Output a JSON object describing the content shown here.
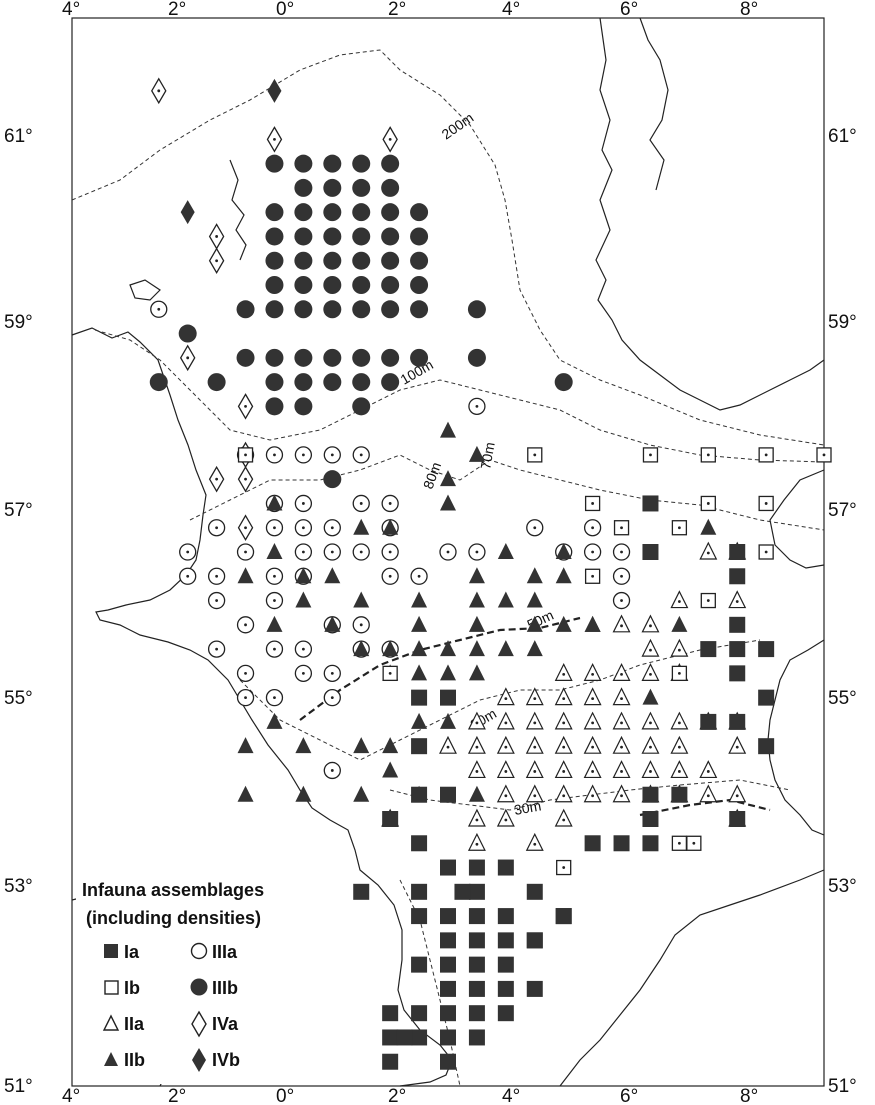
{
  "lat_axis": {
    "left": [
      "61°",
      "59°",
      "57°",
      "55°",
      "53°",
      "51°"
    ],
    "right": [
      "61°",
      "59°",
      "57°",
      "55°",
      "53°",
      "51°"
    ]
  },
  "lon_axis": {
    "top": [
      "4°",
      "2°",
      "0°",
      "2°",
      "4°",
      "6°",
      "8°"
    ],
    "bottom": [
      "4°",
      "2°",
      "0°",
      "2°",
      "4°",
      "6°",
      "8°"
    ]
  },
  "depth_labels": [
    "200m",
    "100m",
    "80m",
    "70m",
    "50m",
    "30m",
    "30m"
  ],
  "legend": {
    "title_line1": "Infauna assemblages",
    "title_line2": "(including densities)",
    "items": [
      {
        "key": "Ia",
        "label": "Ia",
        "icon": "filled-square"
      },
      {
        "key": "IIIa",
        "label": "IIIa",
        "icon": "open-circle"
      },
      {
        "key": "Ib",
        "label": "Ib",
        "icon": "open-square"
      },
      {
        "key": "IIIb",
        "label": "IIIb",
        "icon": "filled-circle"
      },
      {
        "key": "IIa",
        "label": "IIa",
        "icon": "open-triangle"
      },
      {
        "key": "IVa",
        "label": "IVa",
        "icon": "open-diamond"
      },
      {
        "key": "IIb",
        "label": "IIb",
        "icon": "filled-triangle"
      },
      {
        "key": "IVb",
        "label": "IVb",
        "icon": "filled-diamond"
      }
    ]
  },
  "stations": {
    "IIIb": [
      [
        -0.5,
        60.5
      ],
      [
        0,
        60.5
      ],
      [
        0.5,
        60.5
      ],
      [
        1,
        60.5
      ],
      [
        1.5,
        60.5
      ],
      [
        0,
        60.25
      ],
      [
        0.5,
        60.25
      ],
      [
        1,
        60.25
      ],
      [
        1.5,
        60.25
      ],
      [
        -0.5,
        60
      ],
      [
        0,
        60
      ],
      [
        0.5,
        60
      ],
      [
        1,
        60
      ],
      [
        1.5,
        60
      ],
      [
        2,
        60
      ],
      [
        -0.5,
        59.75
      ],
      [
        0,
        59.75
      ],
      [
        0.5,
        59.75
      ],
      [
        1,
        59.75
      ],
      [
        1.5,
        59.75
      ],
      [
        2,
        59.75
      ],
      [
        -0.5,
        59.5
      ],
      [
        0,
        59.5
      ],
      [
        0.5,
        59.5
      ],
      [
        1,
        59.5
      ],
      [
        1.5,
        59.5
      ],
      [
        2,
        59.5
      ],
      [
        -0.5,
        59.25
      ],
      [
        0,
        59.25
      ],
      [
        0.5,
        59.25
      ],
      [
        1,
        59.25
      ],
      [
        1.5,
        59.25
      ],
      [
        2,
        59.25
      ],
      [
        -1,
        59
      ],
      [
        -0.5,
        59
      ],
      [
        0,
        59
      ],
      [
        0.5,
        59
      ],
      [
        1,
        59
      ],
      [
        1.5,
        59
      ],
      [
        2,
        59
      ],
      [
        3,
        59
      ],
      [
        -2,
        58.75
      ],
      [
        -1,
        58.5
      ],
      [
        -0.5,
        58.5
      ],
      [
        0,
        58.5
      ],
      [
        0.5,
        58.5
      ],
      [
        1,
        58.5
      ],
      [
        1.5,
        58.5
      ],
      [
        2,
        58.5
      ],
      [
        3,
        58.5
      ],
      [
        -2.5,
        58.25
      ],
      [
        -1.5,
        58.25
      ],
      [
        -0.5,
        58.25
      ],
      [
        0,
        58.25
      ],
      [
        0.5,
        58.25
      ],
      [
        1,
        58.25
      ],
      [
        1.5,
        58.25
      ],
      [
        4.5,
        58.25
      ],
      [
        -0.5,
        58
      ],
      [
        0,
        58
      ],
      [
        1,
        58
      ],
      [
        0.5,
        57.25
      ]
    ],
    "IVb": [
      [
        -2,
        60
      ],
      [
        -0.5,
        61.25
      ]
    ],
    "IVa": [
      [
        -2.5,
        61.25
      ],
      [
        -0.5,
        60.75
      ],
      [
        1.5,
        60.75
      ],
      [
        -1.5,
        59.75
      ],
      [
        -1.5,
        59.5
      ],
      [
        -2,
        58.5
      ],
      [
        -1,
        58
      ],
      [
        -1,
        57.5
      ],
      [
        -1.5,
        57.25
      ],
      [
        -1,
        57.25
      ],
      [
        -1,
        56.75
      ]
    ],
    "IIIa": [
      [
        -2.5,
        59
      ],
      [
        -1,
        57.5
      ],
      [
        -0.5,
        57.5
      ],
      [
        0,
        57.5
      ],
      [
        0.5,
        57.5
      ],
      [
        1,
        57.5
      ],
      [
        3,
        58
      ],
      [
        -0.5,
        57
      ],
      [
        0,
        57
      ],
      [
        1,
        57
      ],
      [
        1.5,
        57
      ],
      [
        -1.5,
        56.75
      ],
      [
        -0.5,
        56.75
      ],
      [
        0,
        56.75
      ],
      [
        0.5,
        56.75
      ],
      [
        1.5,
        56.75
      ],
      [
        4,
        56.75
      ],
      [
        5,
        56.75
      ],
      [
        -2,
        56.5
      ],
      [
        -1,
        56.5
      ],
      [
        0,
        56.5
      ],
      [
        0.5,
        56.5
      ],
      [
        1,
        56.5
      ],
      [
        1.5,
        56.5
      ],
      [
        2.5,
        56.5
      ],
      [
        3,
        56.5
      ],
      [
        4.5,
        56.5
      ],
      [
        5,
        56.5
      ],
      [
        5.5,
        56.5
      ],
      [
        -2,
        56.25
      ],
      [
        -1.5,
        56.25
      ],
      [
        -0.5,
        56.25
      ],
      [
        0,
        56.25
      ],
      [
        1.5,
        56.25
      ],
      [
        2,
        56.25
      ],
      [
        5.5,
        56.25
      ],
      [
        -1.5,
        56
      ],
      [
        -0.5,
        56
      ],
      [
        0.5,
        55.75
      ],
      [
        1,
        55.75
      ],
      [
        -1,
        55.75
      ],
      [
        -1.5,
        55.5
      ],
      [
        -0.5,
        55.5
      ],
      [
        0,
        55.5
      ],
      [
        -1,
        55.25
      ],
      [
        0,
        55.25
      ],
      [
        0.5,
        55.25
      ],
      [
        -1,
        55
      ],
      [
        -0.5,
        55
      ],
      [
        0.5,
        55
      ],
      [
        0.5,
        54.25
      ],
      [
        1.5,
        55.5
      ],
      [
        1,
        55.5
      ],
      [
        5.5,
        56
      ]
    ],
    "IIb": [
      [
        2.5,
        57.75
      ],
      [
        3,
        57.5
      ],
      [
        2.5,
        57.25
      ],
      [
        2.5,
        57
      ],
      [
        -0.5,
        57
      ],
      [
        1,
        56.75
      ],
      [
        1.5,
        56.75
      ],
      [
        -0.5,
        56.5
      ],
      [
        3.5,
        56.5
      ],
      [
        4.5,
        56.5
      ],
      [
        -1,
        56.25
      ],
      [
        0,
        56.25
      ],
      [
        0.5,
        56.25
      ],
      [
        3,
        56.25
      ],
      [
        4,
        56.25
      ],
      [
        4.5,
        56.25
      ],
      [
        0,
        56
      ],
      [
        1,
        56
      ],
      [
        2,
        56
      ],
      [
        3,
        56
      ],
      [
        3.5,
        56
      ],
      [
        4,
        56
      ],
      [
        -0.5,
        55.75
      ],
      [
        0.5,
        55.75
      ],
      [
        2,
        55.75
      ],
      [
        3,
        55.75
      ],
      [
        4,
        55.75
      ],
      [
        4.5,
        55.75
      ],
      [
        5,
        55.75
      ],
      [
        1,
        55.5
      ],
      [
        1.5,
        55.5
      ],
      [
        2,
        55.5
      ],
      [
        2.5,
        55.5
      ],
      [
        3,
        55.5
      ],
      [
        3.5,
        55.5
      ],
      [
        4,
        55.5
      ],
      [
        1.5,
        55.25
      ],
      [
        2,
        55.25
      ],
      [
        2.5,
        55.25
      ],
      [
        3,
        55.25
      ],
      [
        -0.5,
        54.75
      ],
      [
        2,
        54.75
      ],
      [
        2.5,
        54.75
      ],
      [
        1,
        54.5
      ],
      [
        0,
        54.5
      ],
      [
        6.5,
        55.75
      ],
      [
        6,
        55
      ],
      [
        -1,
        54.5
      ],
      [
        1.5,
        54.25
      ],
      [
        1,
        54
      ],
      [
        2,
        54
      ],
      [
        3,
        54
      ],
      [
        -1,
        54
      ],
      [
        0,
        54
      ],
      [
        5,
        54
      ],
      [
        7,
        54
      ],
      [
        1.5,
        54.5
      ],
      [
        7,
        56.75
      ],
      [
        5,
        55.75
      ]
    ],
    "IIa": [
      [
        1.5,
        53.75
      ],
      [
        3,
        53.5
      ],
      [
        2.5,
        54.5
      ],
      [
        3,
        54.5
      ],
      [
        3.5,
        54.5
      ],
      [
        4,
        54.5
      ],
      [
        4.5,
        54.5
      ],
      [
        5,
        54.5
      ],
      [
        5.5,
        54.5
      ],
      [
        6,
        54.5
      ],
      [
        6.5,
        54.5
      ],
      [
        3,
        54.25
      ],
      [
        3.5,
        54.25
      ],
      [
        4,
        54.25
      ],
      [
        4.5,
        54.25
      ],
      [
        5,
        54.25
      ],
      [
        5.5,
        54.25
      ],
      [
        6,
        54.25
      ],
      [
        6.5,
        54.25
      ],
      [
        7,
        54.25
      ],
      [
        3.5,
        54
      ],
      [
        4,
        54
      ],
      [
        4.5,
        54
      ],
      [
        5,
        54
      ],
      [
        5.5,
        54
      ],
      [
        6,
        54
      ],
      [
        6.5,
        54
      ],
      [
        7,
        54
      ],
      [
        7.5,
        54
      ],
      [
        3,
        53.75
      ],
      [
        4,
        53.5
      ],
      [
        3.5,
        53.75
      ],
      [
        4.5,
        53.75
      ],
      [
        4,
        55
      ],
      [
        4.5,
        55
      ],
      [
        5,
        55
      ],
      [
        5.5,
        55
      ],
      [
        3.5,
        55
      ],
      [
        4.5,
        55.25
      ],
      [
        5,
        55.25
      ],
      [
        5.5,
        55.25
      ],
      [
        6,
        55.5
      ],
      [
        6.5,
        55.5
      ],
      [
        5.5,
        55.75
      ],
      [
        6,
        55.75
      ],
      [
        6.5,
        54.75
      ],
      [
        7,
        54.75
      ],
      [
        7.5,
        54.75
      ],
      [
        7.5,
        54.5
      ],
      [
        7.5,
        53.75
      ],
      [
        7,
        56.5
      ],
      [
        7.5,
        56.5
      ],
      [
        7.5,
        56
      ],
      [
        6.5,
        56
      ],
      [
        6.5,
        55.25
      ],
      [
        6,
        55.25
      ],
      [
        3,
        54.75
      ],
      [
        3.5,
        54.75
      ],
      [
        4,
        54.75
      ],
      [
        4.5,
        54.75
      ],
      [
        5,
        54.75
      ],
      [
        5.5,
        54.75
      ],
      [
        6,
        54.75
      ]
    ],
    "Ib": [
      [
        -1,
        57.5
      ],
      [
        4,
        57.5
      ],
      [
        6,
        57.5
      ],
      [
        7,
        57.5
      ],
      [
        8,
        57.5
      ],
      [
        9,
        57.5
      ],
      [
        5,
        57
      ],
      [
        6,
        57
      ],
      [
        7,
        57
      ],
      [
        8,
        57
      ],
      [
        5.5,
        56.75
      ],
      [
        6.5,
        56.75
      ],
      [
        6,
        56.5
      ],
      [
        8,
        56.5
      ],
      [
        5,
        56.25
      ],
      [
        7,
        56
      ],
      [
        1.5,
        55.25
      ],
      [
        6.5,
        55.25
      ],
      [
        6.5,
        53.5
      ],
      [
        6.75,
        53.5
      ],
      [
        4.5,
        53.25
      ],
      [
        2,
        52.25
      ]
    ],
    "Ia": [
      [
        1,
        53
      ],
      [
        1.5,
        53.75
      ],
      [
        2,
        53.5
      ],
      [
        2,
        53
      ],
      [
        2.5,
        53.25
      ],
      [
        2.5,
        52.75
      ],
      [
        3,
        53.25
      ],
      [
        3,
        53
      ],
      [
        3,
        52.75
      ],
      [
        3.5,
        53.25
      ],
      [
        3.5,
        52.75
      ],
      [
        4,
        53
      ],
      [
        4.5,
        52.75
      ],
      [
        2,
        52.75
      ],
      [
        2,
        52.25
      ],
      [
        2.5,
        52.5
      ],
      [
        2.5,
        52.25
      ],
      [
        3,
        52.5
      ],
      [
        3,
        52.25
      ],
      [
        3.5,
        52.5
      ],
      [
        3.5,
        52.25
      ],
      [
        4,
        52.5
      ],
      [
        4,
        52
      ],
      [
        1.5,
        51.75
      ],
      [
        2,
        51.75
      ],
      [
        2.5,
        51.75
      ],
      [
        2.5,
        52
      ],
      [
        3,
        52
      ],
      [
        3,
        51.75
      ],
      [
        3.5,
        51.75
      ],
      [
        3.5,
        52
      ],
      [
        1.5,
        51.5
      ],
      [
        2,
        51.5
      ],
      [
        2.5,
        51.5
      ],
      [
        3,
        51.5
      ],
      [
        1.5,
        51.25
      ],
      [
        2.5,
        51.25
      ],
      [
        1.75,
        51.5
      ],
      [
        2,
        54.5
      ],
      [
        2,
        54
      ],
      [
        2.5,
        54
      ],
      [
        2,
        55
      ],
      [
        2.5,
        55
      ],
      [
        5,
        53.5
      ],
      [
        5.5,
        53.5
      ],
      [
        6,
        53.75
      ],
      [
        6,
        53.5
      ],
      [
        7.5,
        53.75
      ],
      [
        6,
        54
      ],
      [
        6.5,
        54
      ],
      [
        7,
        54.75
      ],
      [
        7.5,
        54.75
      ],
      [
        7,
        55.5
      ],
      [
        7.5,
        55.5
      ],
      [
        8,
        55.5
      ],
      [
        7.5,
        55.75
      ],
      [
        7.5,
        55.25
      ],
      [
        8,
        55
      ],
      [
        8,
        54.5
      ],
      [
        7.5,
        56.25
      ],
      [
        7.5,
        56.5
      ],
      [
        6,
        56.5
      ],
      [
        6,
        57
      ],
      [
        2.75,
        53
      ],
      [
        4,
        52.5
      ],
      [
        4.5,
        52.75
      ]
    ]
  }
}
